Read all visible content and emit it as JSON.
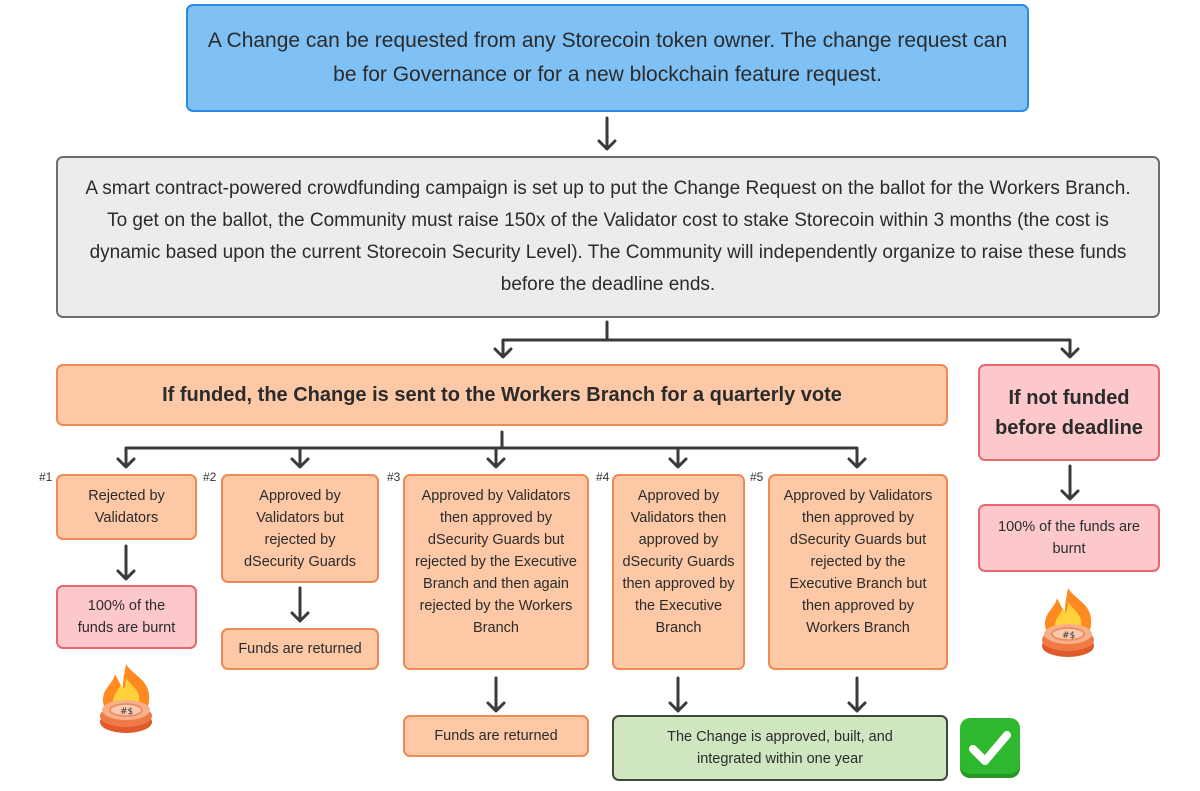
{
  "top": {
    "request": "A Change can be requested from any Storecoin token owner. The change request can be for Governance or for a new blockchain feature request."
  },
  "campaign": {
    "text": "A smart contract-powered crowdfunding campaign is set up to put the Change Request on the ballot for the Workers Branch. To get on the ballot, the Community must raise 150x of the Validator cost to stake Storecoin within 3 months (the cost is dynamic based upon the current Storecoin Security Level). The Community will independently organize to raise these funds before the deadline ends."
  },
  "funded": {
    "title": "If funded, the Change is sent to the Workers Branch for a quarterly vote"
  },
  "not_funded": {
    "title": "If not funded before deadline",
    "outcome": "100% of the funds are burnt"
  },
  "outcomes": [
    {
      "num": "#1",
      "text": "Rejected by Validators",
      "result": "100% of the funds are burnt"
    },
    {
      "num": "#2",
      "text": "Approved by Validators but rejected by dSecurity Guards",
      "result": "Funds are returned"
    },
    {
      "num": "#3",
      "text": "Approved by Validators then approved by dSecurity Guards but rejected by the Executive Branch and then again rejected by the Workers Branch",
      "result": "Funds are returned"
    },
    {
      "num": "#4",
      "text": "Approved by Validators then approved by dSecurity Guards then approved by the Executive Branch"
    },
    {
      "num": "#5",
      "text": "Approved by Validators then approved by dSecurity Guards but rejected by the Executive Branch but then approved by Workers Branch"
    }
  ],
  "approved": {
    "text": "The Change is approved, built, and integrated within one year"
  },
  "icons": {
    "burn": "burning-coins-icon",
    "check": "green-checkmark-icon"
  },
  "colors": {
    "blue": "#7fc0f5",
    "grey": "#ececec",
    "orange": "#fcc8a6",
    "pink": "#fcc8cc",
    "green": "#cfe6c1",
    "check": "#2eb82e"
  }
}
